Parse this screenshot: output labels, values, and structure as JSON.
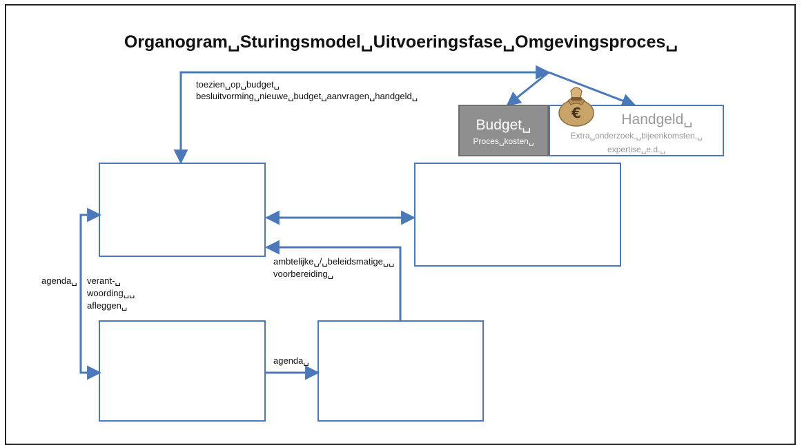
{
  "title": "Organogram␣Sturingsmodel␣Uitvoeringsfase␣Omgevingsproces␣",
  "top_arrow_label": {
    "line1": "toezien␣op␣budget␣",
    "line2": "besluitvorming␣nieuwe␣budget␣aanvragen␣handgeld␣"
  },
  "budget": {
    "title": "Budget␣",
    "subtitle": "Proces␣kosten␣"
  },
  "handgeld": {
    "title": "Handgeld␣",
    "line1": "Extra␣onderzoek,␣bijeenkomsten,␣",
    "line2": "expertise␣e.d.␣"
  },
  "moneybag_symbol": "€",
  "left_arrow_labels": {
    "agenda": "agenda␣",
    "verant": "verant-␣",
    "woording": "woording␣␣",
    "afleggen": "afleggen␣"
  },
  "middle_label": {
    "line1": "ambtelijke␣/␣beleidsmatige␣␣",
    "line2": "voorbereiding␣"
  },
  "bottom_agenda": "agenda␣",
  "colors": {
    "arrow": "#4a78b8",
    "budget_fill": "#8f8f8f"
  }
}
